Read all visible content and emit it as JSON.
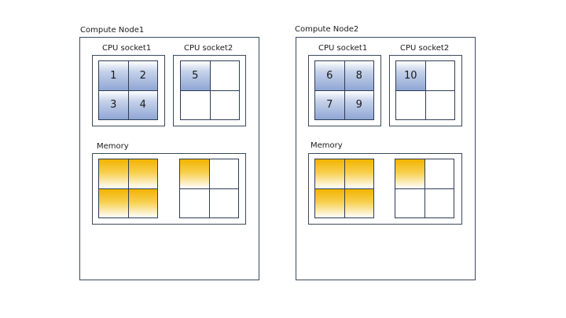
{
  "nodes": [
    {
      "name": "Compute Node1",
      "sockets": [
        {
          "label": "CPU socket1",
          "cells": [
            {
              "text": "1",
              "used": true
            },
            {
              "text": "2",
              "used": true
            },
            {
              "text": "3",
              "used": true
            },
            {
              "text": "4",
              "used": true
            }
          ]
        },
        {
          "label": "CPU socket2",
          "cells": [
            {
              "text": "5",
              "used": true
            },
            {
              "text": "",
              "used": false
            },
            {
              "text": "",
              "used": false
            },
            {
              "text": "",
              "used": false
            }
          ]
        }
      ],
      "memory": {
        "label": "Memory",
        "banks": [
          {
            "cells": [
              {
                "used": true
              },
              {
                "used": true
              },
              {
                "used": true
              },
              {
                "used": true
              }
            ]
          },
          {
            "cells": [
              {
                "used": true
              },
              {
                "used": false
              },
              {
                "used": false
              },
              {
                "used": false
              }
            ]
          }
        ]
      }
    },
    {
      "name": "Compute Node2",
      "sockets": [
        {
          "label": "CPU socket1",
          "cells": [
            {
              "text": "6",
              "used": true
            },
            {
              "text": "8",
              "used": true
            },
            {
              "text": "7",
              "used": true
            },
            {
              "text": "9",
              "used": true
            }
          ]
        },
        {
          "label": "CPU socket2",
          "cells": [
            {
              "text": "10",
              "used": true
            },
            {
              "text": "",
              "used": false
            },
            {
              "text": "",
              "used": false
            },
            {
              "text": "",
              "used": false
            }
          ]
        }
      ],
      "memory": {
        "label": "Memory",
        "banks": [
          {
            "cells": [
              {
                "used": true
              },
              {
                "used": true
              },
              {
                "used": true
              },
              {
                "used": true
              }
            ]
          },
          {
            "cells": [
              {
                "used": true
              },
              {
                "used": false
              },
              {
                "used": false
              },
              {
                "used": false
              }
            ]
          }
        ]
      }
    }
  ],
  "colors": {
    "border": "#3a4a5a",
    "cpu_used": "#8fa6d4",
    "memory_used": "#f2b400"
  }
}
